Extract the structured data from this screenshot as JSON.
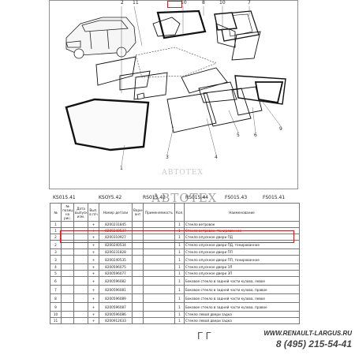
{
  "diagram": {
    "callouts": [
      "2",
      "11",
      "10",
      "8",
      "7",
      "10",
      "9",
      "5",
      "4",
      "3",
      "1",
      "6"
    ]
  },
  "watermark": {
    "small": "АВТОТЕХ",
    "big": "АВТОТЕХ"
  },
  "codes": [
    "KS015.41",
    "KSOY5.42",
    "RS015.42",
    "RS015.44",
    "FS015.43",
    "FS015.41"
  ],
  "table": {
    "headers": [
      "№",
      "№ позиц. на рис.",
      "Дата выпуска изм.",
      "Вып. в п/ч",
      "Номер детали",
      "Вари-ант",
      "Применяемость",
      "Кол.",
      "Наименование"
    ],
    "rows": [
      [
        "1",
        "",
        "",
        "+",
        "8200231845",
        "",
        "",
        "1",
        "Стекло ветровое"
      ],
      [
        "1",
        "",
        "",
        "+",
        "8200240537",
        "",
        "",
        "1",
        "Стекло ветровое, тонированное"
      ],
      [
        "2",
        "",
        "",
        "+",
        "8200310927",
        "",
        "",
        "1",
        "Стекло опускное двери ПД"
      ],
      [
        "2",
        "",
        "",
        "+",
        "8200240534",
        "",
        "",
        "1",
        "Стекло опускное двери ПД, тонированное"
      ],
      [
        "3",
        "",
        "",
        "+",
        "8200231828",
        "",
        "",
        "1",
        "Стекло опускное двери ПП"
      ],
      [
        "3",
        "",
        "",
        "+",
        "8200240535",
        "",
        "",
        "1",
        "Стекло опускное двери ПП, тонированное"
      ],
      [
        "4",
        "",
        "",
        "+",
        "8200596075",
        "",
        "",
        "1",
        "Стекло опускное двери ЗЛ"
      ],
      [
        "5",
        "",
        "",
        "+",
        "8200596077",
        "",
        "",
        "1",
        "Стекло опускное двери ЗП"
      ],
      [
        "6",
        "",
        "",
        "+",
        "8200596082",
        "",
        "",
        "1",
        "Боковое стекло в задней части кузова, левое"
      ],
      [
        "7",
        "",
        "",
        "+",
        "8200596081",
        "",
        "",
        "1",
        "Боковое стекло в задней части кузова, правое"
      ],
      [
        "8",
        "",
        "",
        "+",
        "8200596089",
        "",
        "",
        "1",
        "Боковое стекло в задней части кузова, левое"
      ],
      [
        "9",
        "",
        "",
        "+",
        "8200596087",
        "",
        "",
        "1",
        "Боковое стекло в задней части кузова, правое"
      ],
      [
        "10",
        "",
        "",
        "+",
        "8200596086",
        "",
        "",
        "1",
        "Стекло левой двери задка"
      ],
      [
        "11",
        "",
        "",
        "+",
        "8200912633",
        "",
        "",
        "1",
        "Стекло левой двери задка"
      ]
    ]
  },
  "footer": {
    "site": "WWW.RENAULT-LARGUS.RU",
    "phone": "8 (495) 215-54-41",
    "mark": "Г Г"
  }
}
